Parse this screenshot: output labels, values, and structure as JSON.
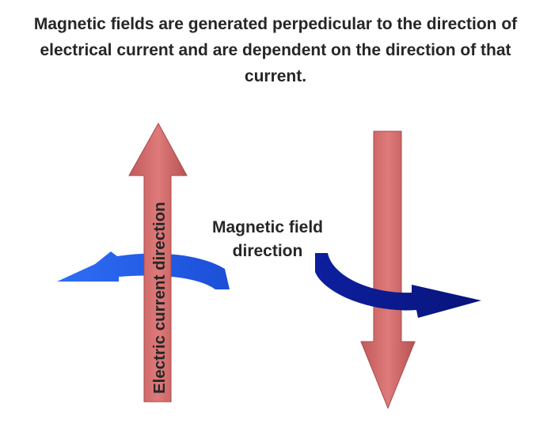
{
  "title": "Magnetic fields are generated perpedicular to the direction of electrical current and are dependent on the direction of that current.",
  "current_label": "Electric current direction",
  "field_label": "Magnetic field direction",
  "colors": {
    "current_arrow": "#d46b6b",
    "current_arrow_dark": "#b14f4f",
    "field_arrow_left": "#2563e8",
    "field_arrow_right": "#0a1a9a",
    "text": "#262626"
  }
}
